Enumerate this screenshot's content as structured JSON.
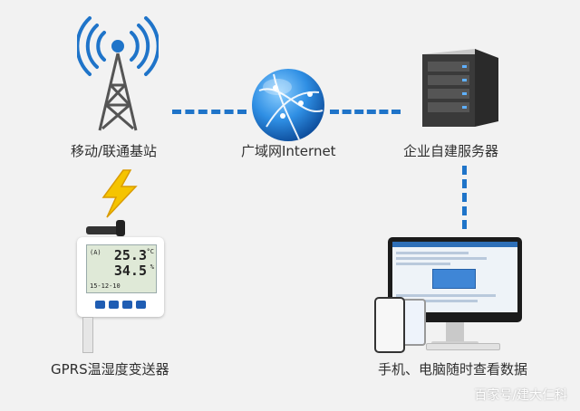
{
  "nodes": {
    "tower": {
      "label": "移动/联通基站"
    },
    "internet": {
      "label": "广域网Internet"
    },
    "server": {
      "label": "企业自建服务器"
    },
    "device": {
      "label": "GPRS温湿度变送器",
      "lcd": {
        "channel": "(A)",
        "temperature": "25.3",
        "temp_unit": "°C",
        "humidity": "34.5",
        "hum_unit": "%",
        "date": "15-12-10"
      }
    },
    "terminals": {
      "label": "手机、电脑随时查看数据"
    }
  },
  "watermark": "百家号/建大仁科",
  "colors": {
    "link": "#1f74c9",
    "accent_blue": "#2e7fd6",
    "lightning": "#f5c400"
  }
}
